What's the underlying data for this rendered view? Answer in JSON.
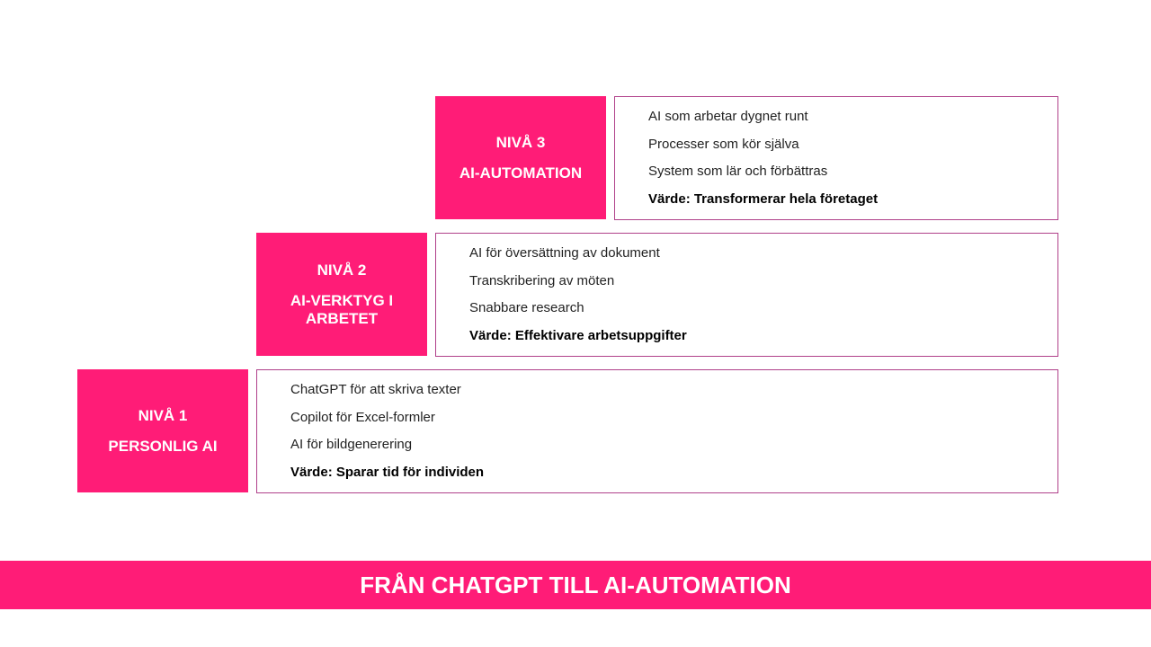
{
  "levels": [
    {
      "level": "NIVÅ 3",
      "name": "AI-AUTOMATION",
      "items": [
        "AI som arbetar dygnet runt",
        "Processer som kör själva",
        "System som lär och förbättras"
      ],
      "value": "Värde: Transformerar hela företaget"
    },
    {
      "level": "NIVÅ 2",
      "name": "AI-VERKTYG I ARBETET",
      "items": [
        "AI för översättning av dokument",
        "Transkribering av möten",
        "Snabbare research"
      ],
      "value": "Värde: Effektivare arbetsuppgifter"
    },
    {
      "level": "NIVÅ 1",
      "name": "PERSONLIG AI",
      "items": [
        "ChatGPT för att skriva texter",
        "Copilot för Excel-formler",
        "AI för bildgenerering"
      ],
      "value": "Värde: Sparar tid för individen"
    }
  ],
  "banner": {
    "title": "FRÅN CHATGPT TILL AI-AUTOMATION"
  },
  "colors": {
    "accent": "#FF1C77",
    "border": "#B0408A"
  }
}
